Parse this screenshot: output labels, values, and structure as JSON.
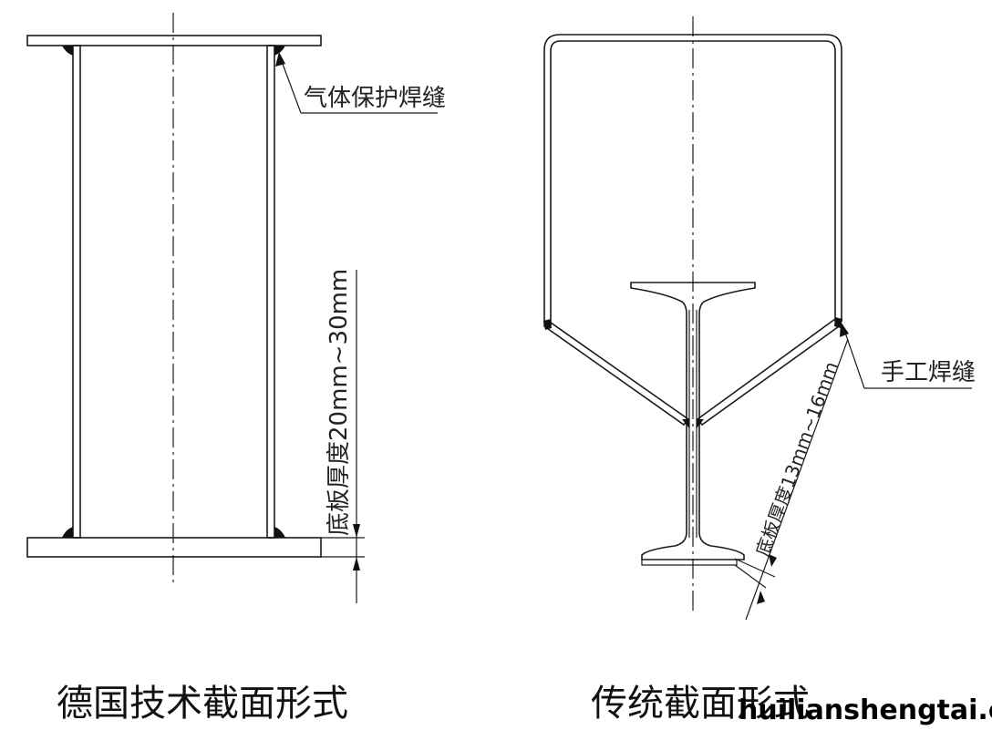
{
  "left_section": {
    "weld_label": "气体保护焊缝",
    "thickness_label": "底板厚度20mm~30mm",
    "caption": "德国技术截面形式"
  },
  "right_section": {
    "weld_label": "手工焊缝",
    "thickness_label": "底板厚度13mm~16mm",
    "caption": "传统截面形式"
  },
  "watermark": "huilianshengtai.com"
}
